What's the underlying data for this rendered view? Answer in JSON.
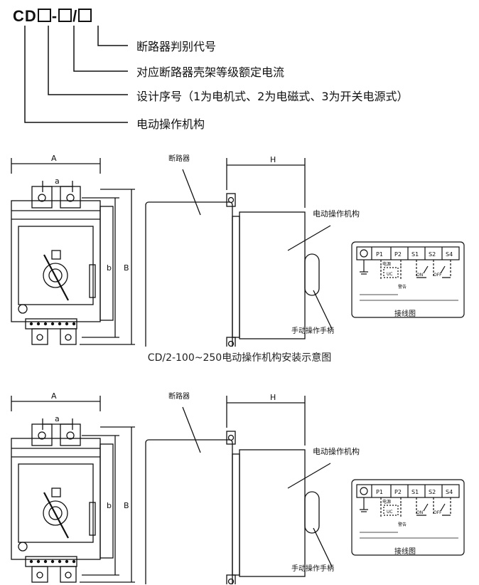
{
  "model": {
    "prefix": "CD",
    "sep1": "-",
    "sep2": "/"
  },
  "legend": [
    "断路器判别代号",
    "对应断路器壳架等级额定电流",
    "设计序号（1为电机式、2为电磁式、3为开关电源式）",
    "电动操作机构"
  ],
  "caption": "CD/2-100~250电动操作机构安装示意图",
  "diagram": {
    "dim_A": "A",
    "dim_a": "a",
    "dim_b": "b",
    "dim_B": "B",
    "dim_H": "H",
    "label_breaker": "断路器",
    "label_mechanism": "电动操作机构",
    "label_handle": "手动操作手柄",
    "label_wiring": "接线图",
    "terminals": [
      "P1",
      "P2",
      "S1",
      "S2",
      "S4"
    ],
    "wiring_text": [
      "电源",
      "UC",
      "警告",
      "ON",
      "OFF"
    ]
  }
}
